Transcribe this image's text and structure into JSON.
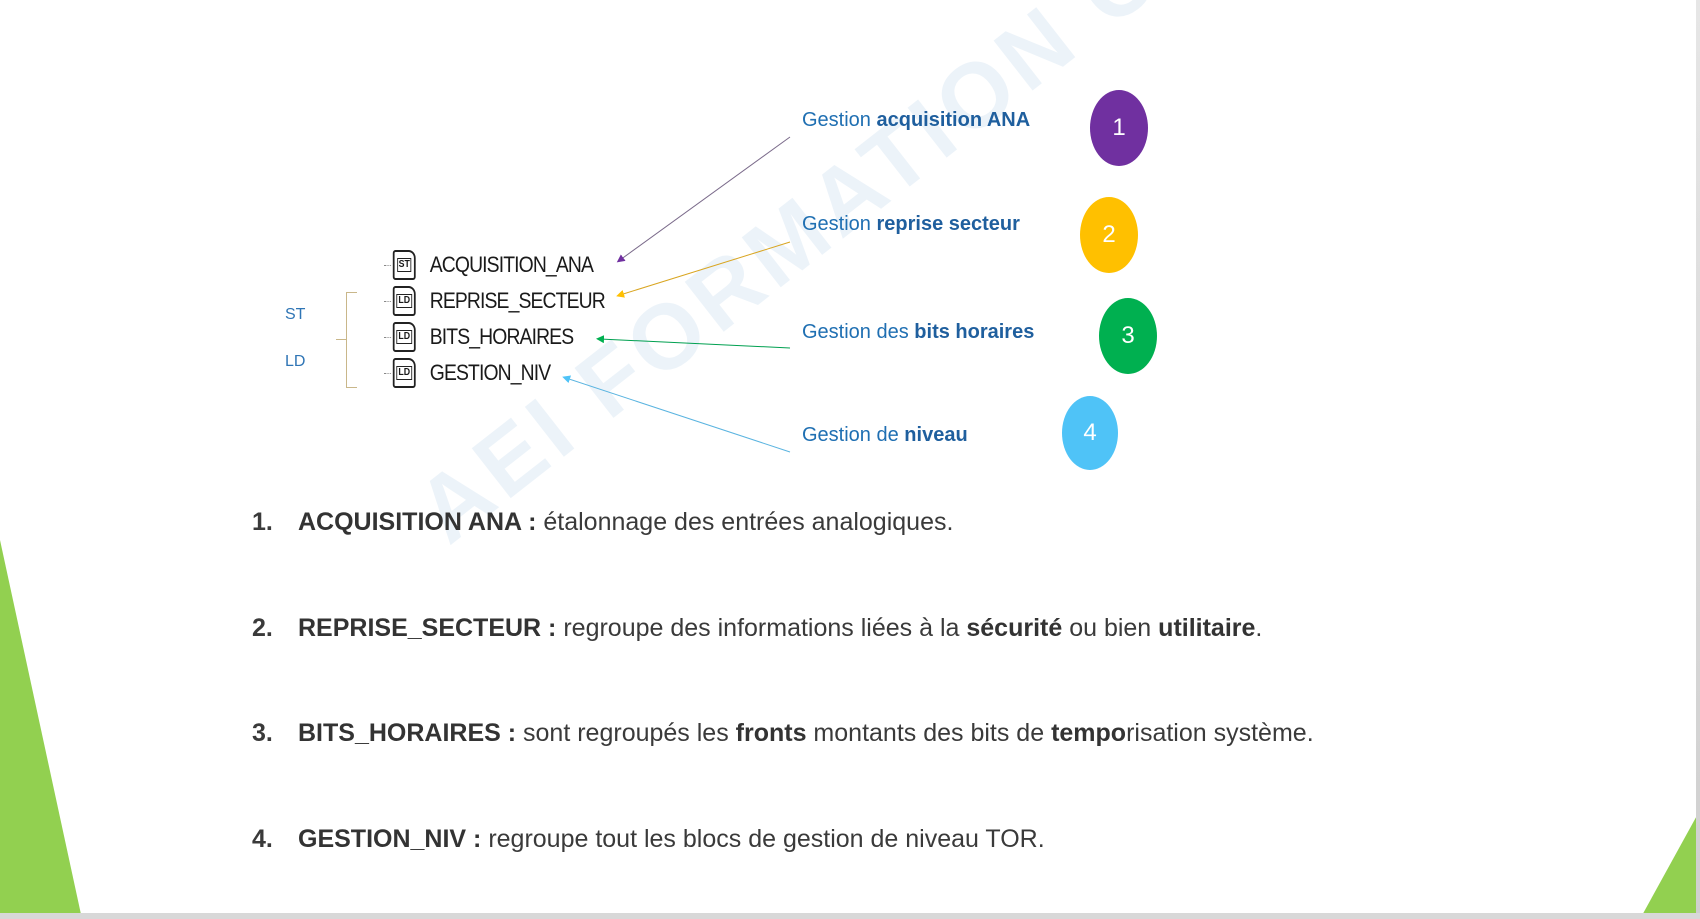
{
  "watermark": "AEI FORMATION OUEST",
  "lang_labels": [
    "ST",
    "LD"
  ],
  "tree": [
    {
      "icon": "ST",
      "name": "ACQUISITION_ANA"
    },
    {
      "icon": "LD",
      "name": "REPRISE_SECTEUR"
    },
    {
      "icon": "LD",
      "name": "BITS_HORAIRES"
    },
    {
      "icon": "LD",
      "name": "GESTION_NIV"
    }
  ],
  "callouts": [
    {
      "prefix": "Gestion ",
      "bold": "acquisition ANA",
      "number": "1",
      "color": "#7030a0"
    },
    {
      "prefix": "Gestion ",
      "bold": "reprise secteur",
      "number": "2",
      "color": "#ffc000"
    },
    {
      "prefix": "Gestion des ",
      "bold": "bits horaires",
      "number": "3",
      "color": "#00b050"
    },
    {
      "prefix": "Gestion de ",
      "bold": "niveau",
      "number": "4",
      "color": "#4fc3f7"
    }
  ],
  "items": [
    {
      "num": "1.",
      "parts": [
        {
          "t": "ACQUISITION ANA : ",
          "b": true
        },
        {
          "t": "étalonnage des entrées analogiques.",
          "b": false
        }
      ]
    },
    {
      "num": "2.",
      "parts": [
        {
          "t": "REPRISE_SECTEUR : ",
          "b": true
        },
        {
          "t": "regroupe des informations liées à la ",
          "b": false
        },
        {
          "t": "sécurité",
          "b": true
        },
        {
          "t": " ou bien ",
          "b": false
        },
        {
          "t": "utilitaire",
          "b": true
        },
        {
          "t": ".",
          "b": false
        }
      ]
    },
    {
      "num": "3.",
      "parts": [
        {
          "t": "BITS_HORAIRES : ",
          "b": true
        },
        {
          "t": "sont regroupés les ",
          "b": false
        },
        {
          "t": "fronts",
          "b": true
        },
        {
          "t": " montants des bits de ",
          "b": false
        },
        {
          "t": "tempo",
          "b": true
        },
        {
          "t": "risation système.",
          "b": false
        }
      ]
    },
    {
      "num": "4.",
      "parts": [
        {
          "t": "GESTION_NIV : ",
          "b": true
        },
        {
          "t": "regroupe tout les blocs de gestion de niveau TOR.",
          "b": false
        }
      ]
    }
  ],
  "colors": {
    "accent_green": "#92d050",
    "callout_text": "#1f6fb2"
  }
}
